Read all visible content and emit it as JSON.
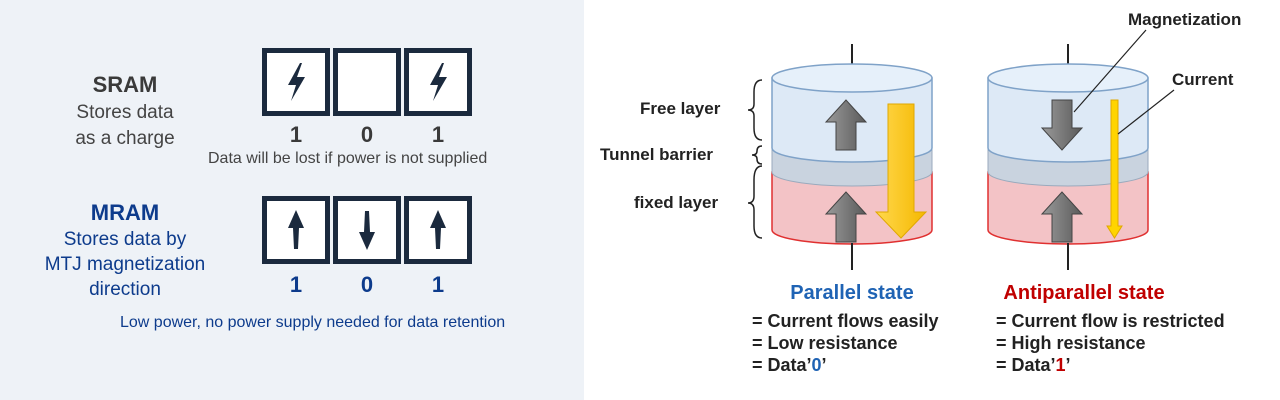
{
  "sram": {
    "title": "SRAM",
    "desc_line1": "Stores data",
    "desc_line2": "as a charge",
    "cells": [
      "charge",
      "empty",
      "charge"
    ],
    "bits": [
      "1",
      "0",
      "1"
    ],
    "note": "Data will be lost if power is not supplied"
  },
  "mram": {
    "title": "MRAM",
    "desc_line1": "Stores data by",
    "desc_line2": "MTJ magnetization",
    "desc_line3": "direction",
    "cells": [
      "up",
      "down",
      "up"
    ],
    "bits": [
      "1",
      "0",
      "1"
    ],
    "note": "Low power, no power supply needed for data retention"
  },
  "mtj": {
    "layer_free": "Free layer",
    "layer_barrier": "Tunnel barrier",
    "layer_fixed": "fixed layer",
    "callout_magnetization": "Magnetization",
    "callout_current": "Current",
    "parallel": {
      "title": "Parallel state",
      "line1": "= Current flows easily",
      "line2": "= Low resistance",
      "line3_prefix": "= Data’",
      "line3_value": "0",
      "line3_suffix": "’"
    },
    "antiparallel": {
      "title": "Antiparallel state",
      "line1": "= Current flow is restricted",
      "line2": "= High resistance",
      "line3_prefix": "= Data’",
      "line3_value": "1",
      "line3_suffix": "’"
    }
  },
  "colors": {
    "navy": "#1b2a3e",
    "parallel": "#1f63b4",
    "antiparallel": "#c00000",
    "current_arrow": "#ffc000"
  }
}
